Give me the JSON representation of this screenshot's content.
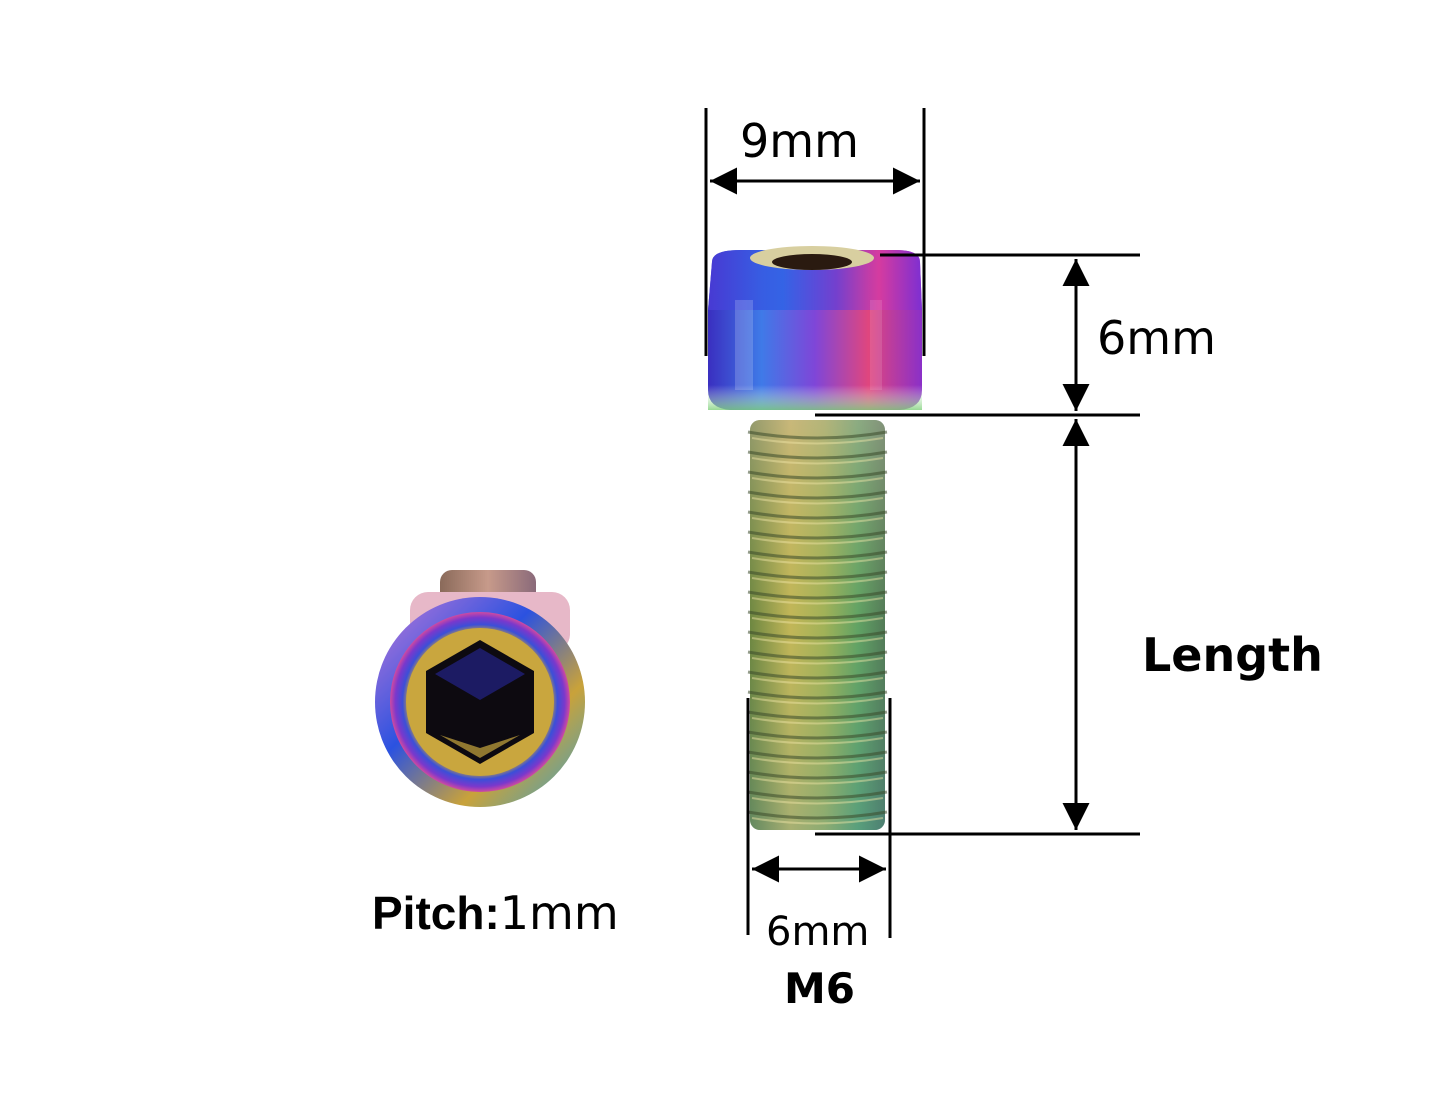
{
  "labels": {
    "head_width": "9mm",
    "head_height": "6mm",
    "length": "Length",
    "thread_diameter": "6mm",
    "thread_size": "M6",
    "pitch_key": "Pitch:",
    "pitch_value": "1mm"
  },
  "colors": {
    "background": "#ffffff",
    "dimension_line": "#000000",
    "finish": [
      "#6a3fd0",
      "#2f5fe0",
      "#d23aa8",
      "#b9a43a",
      "#5fae5a"
    ]
  },
  "icons": {
    "bolt_side_view": "bolt-side-view-icon",
    "bolt_end_view": "bolt-end-view-icon"
  }
}
